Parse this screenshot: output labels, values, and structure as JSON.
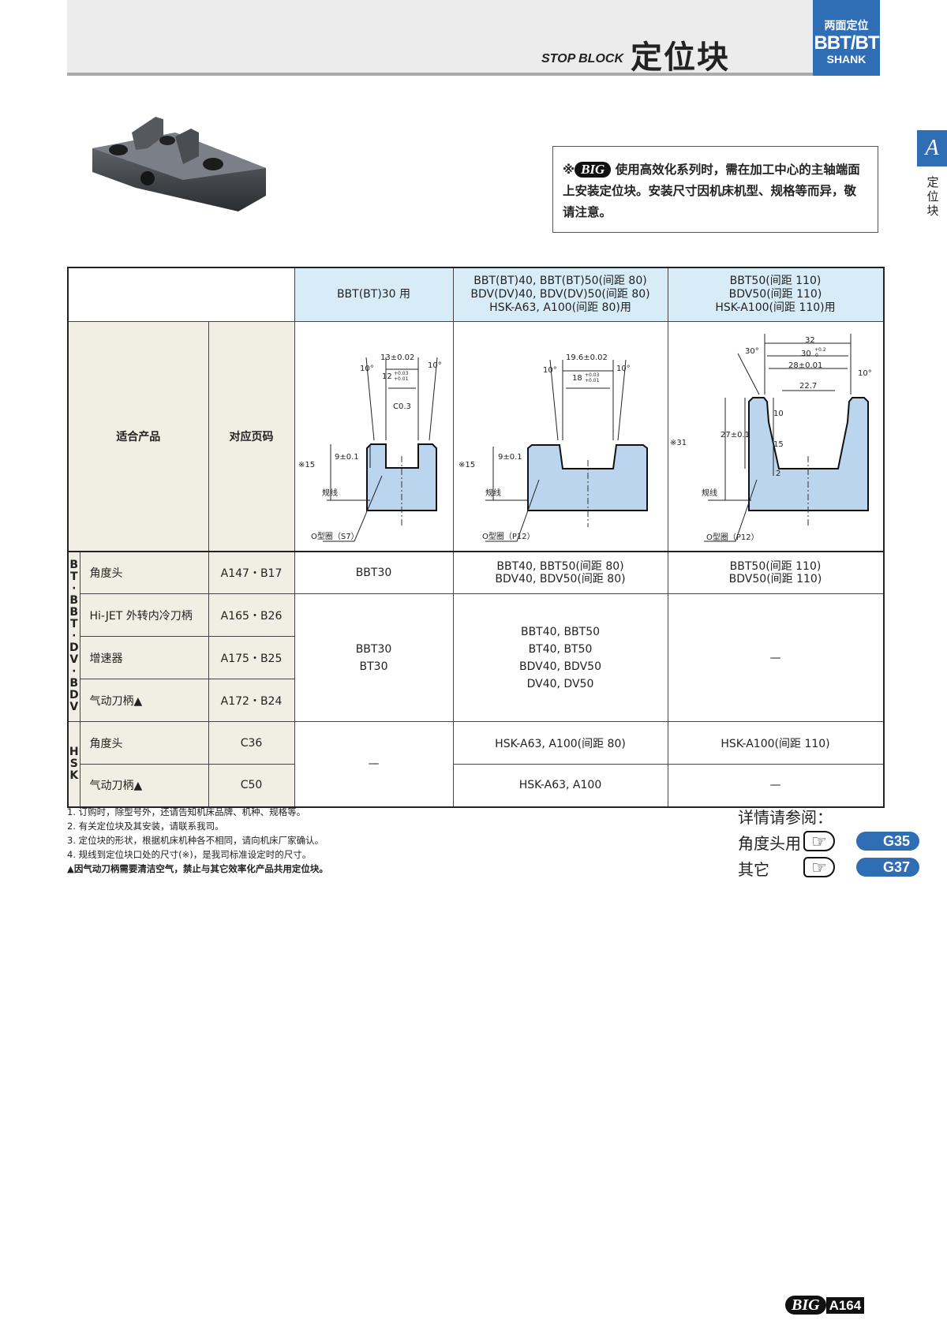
{
  "header": {
    "title_en": "STOP BLOCK",
    "title_cn": "定位块",
    "badge_line1": "两面定位",
    "badge_line2": "BBT/BT",
    "badge_line3": "SHANK"
  },
  "side_tab": {
    "letter": "A",
    "label": "定位块"
  },
  "notice": {
    "prefix": "※",
    "brand": "BIG",
    "text": "使用高效化系列时，需在加工中心的主轴端面上安装定位块。安装尺寸因机床机型、规格等而异，敬请注意。"
  },
  "table": {
    "col_headers": [
      "BBT(BT)30 用",
      "BBT(BT)40, BBT(BT)50(间距 80)\nBDV(DV)40, BDV(DV)50(间距 80)\nHSK-A63, A100(间距 80)用",
      "BBT50(间距 110)\nBDV50(间距 110)\nHSK-A100(间距 110)用"
    ],
    "sub_headers": [
      "适合产品",
      "对应页码"
    ],
    "groups": [
      "BT·BBT·DV·BDV",
      "HSK"
    ],
    "rows": [
      {
        "product": "角度头",
        "page": "A147・B17"
      },
      {
        "product": "Hi-JET 外转内冷刀柄",
        "page": "A165・B26"
      },
      {
        "product": "增速器",
        "page": "A175・B25"
      },
      {
        "product": "气动刀柄▲",
        "page": "A172・B24"
      },
      {
        "product": "角度头",
        "page": "C36"
      },
      {
        "product": "气动刀柄▲",
        "page": "C50"
      }
    ],
    "cells": {
      "r1c1": "BBT30",
      "r1c2": "BBT40, BBT50(间距 80)\nBDV40, BDV50(间距 80)",
      "r1c3": "BBT50(间距 110)\nBDV50(间距 110)",
      "r2c1": "BBT30\nBT30",
      "r2c2": "BBT40, BBT50\nBT40, BT50\nBDV40, BDV50\nDV40, DV50",
      "r2c3": "—",
      "r5c1": "—",
      "r5c2": "HSK-A63, A100(间距 80)",
      "r5c3": "HSK-A100(间距 110)",
      "r6c2": "HSK-A63, A100",
      "r6c3": "—"
    }
  },
  "diagrams": {
    "d1": {
      "w1": "13±0.02",
      "w2": "12",
      "w2_tol_up": "+0.03",
      "w2_tol_dn": "+0.01",
      "angle": "10°",
      "chamfer": "C0.3",
      "depth": "9±0.1",
      "ref": "※15",
      "line": "规线",
      "oring": "O型圈（S7）"
    },
    "d2": {
      "w1": "19.6±0.02",
      "w2": "18",
      "w2_tol_up": "+0.03",
      "w2_tol_dn": "+0.01",
      "angle": "10°",
      "depth": "9±0.1",
      "ref": "※15",
      "line": "规线",
      "oring": "O型圈（P12）"
    },
    "d3": {
      "w1": "32",
      "w2": "30",
      "w2_tol_up": "+0.2",
      "w2_tol_dn": "0",
      "w3": "28±0.01",
      "w4": "22.7",
      "angle1": "30°",
      "angle2": "10°",
      "h1": "10",
      "h2": "15",
      "h3": "2",
      "depth": "27±0.1",
      "ref": "※31",
      "line": "规线",
      "oring": "O型圈（P12）"
    }
  },
  "notes": [
    "1. 订购时，除型号外，还请告知机床品牌、机种、规格等。",
    "2. 有关定位块及其安装，请联系我司。",
    "3. 定位块的形状，根据机床机种各不相同，请向机床厂家确认。",
    "4. 规线到定位块口处的尺寸(※)，是我司标准设定时的尺寸。",
    "▲因气动刀柄需要清洁空气，禁止与其它效率化产品共用定位块。"
  ],
  "reference": {
    "title": "详情请参阅：",
    "items": [
      {
        "label": "角度头用",
        "page": "G35"
      },
      {
        "label": "其它",
        "page": "G37"
      }
    ]
  },
  "footer": {
    "brand": "BIG",
    "page": "A164"
  },
  "colors": {
    "accent": "#2f6db5",
    "header_cell": "#d8ecf8",
    "part_fill": "#bcd5ee"
  }
}
